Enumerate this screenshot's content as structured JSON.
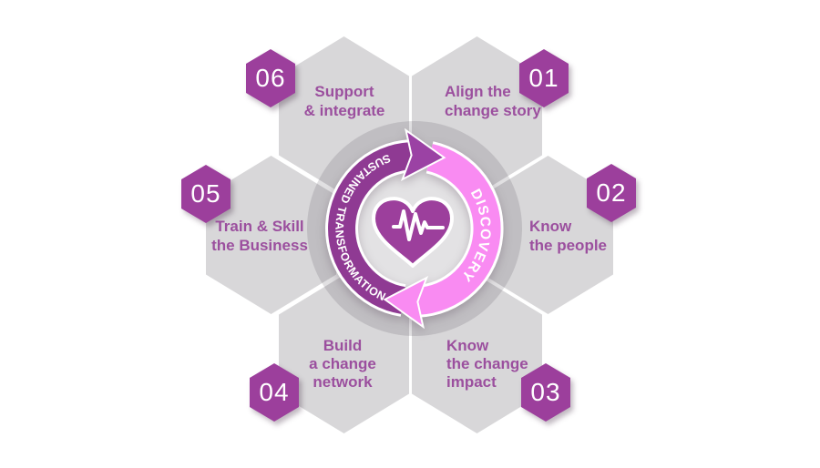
{
  "diagram": {
    "center": {
      "outer_arc_label": "SUSTAINED TRANSFORMATION",
      "inner_arc_label": "DISCOVERY",
      "icon": "heart-pulse-icon"
    },
    "steps": [
      {
        "number": "01",
        "lines": [
          "Align the",
          "change story"
        ]
      },
      {
        "number": "02",
        "lines": [
          "Know",
          "the people"
        ]
      },
      {
        "number": "03",
        "lines": [
          "Know",
          "the change",
          "impact"
        ]
      },
      {
        "number": "04",
        "lines": [
          "Build",
          "a change",
          "network"
        ]
      },
      {
        "number": "05",
        "lines": [
          "Train & Skill",
          "the Business"
        ]
      },
      {
        "number": "06",
        "lines": [
          "Support",
          "& integrate"
        ]
      }
    ],
    "colors": {
      "hexagon_gray": "#d8d7d9",
      "ring_gray": "#c1c0c2",
      "inner_disc_gray": "#e3e2e4",
      "badge_purple": "#9c3f9c",
      "arc_purple": "#8f3a93",
      "arrow_purple": "#9b42a4",
      "pink": "#f98bf2",
      "label_purple": "#9b4f9e",
      "heart_purple": "#9c3f9c",
      "curve_text_white": "#ffffff"
    }
  }
}
